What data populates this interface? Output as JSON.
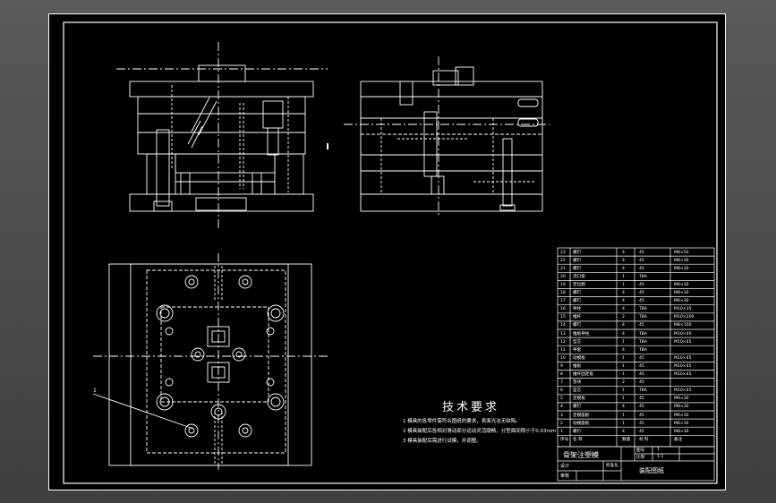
{
  "drawing": {
    "technical_requirements": {
      "title": "技术要求",
      "items": [
        "1  模具的各零件需符合图纸的要求，表面光洁无缺陷。",
        "2  模具装配后各相对滑动部分运动灵活顺畅，分型面间隙小于0.03mm",
        "3  模具装配后需进行试模，并调整。"
      ]
    },
    "bom": {
      "header": {
        "seq": "序号",
        "name": "名  称",
        "qty": "数量",
        "material": "材  料",
        "note": "备注"
      },
      "rows": [
        {
          "seq": "23",
          "name": "螺钉",
          "qty": "4",
          "material": "45",
          "note": "M8×50"
        },
        {
          "seq": "22",
          "name": "螺钉",
          "qty": "4",
          "material": "45",
          "note": "M8×30"
        },
        {
          "seq": "21",
          "name": "螺钉",
          "qty": "4",
          "material": "45",
          "note": "M8×30"
        },
        {
          "seq": "20",
          "name": "浇口套",
          "qty": "1",
          "material": "T8A",
          "note": ""
        },
        {
          "seq": "19",
          "name": "定位圈",
          "qty": "1",
          "material": "45",
          "note": "M6×30"
        },
        {
          "seq": "18",
          "name": "螺钉",
          "qty": "4",
          "material": "45",
          "note": "M8×30"
        },
        {
          "seq": "17",
          "name": "螺钉",
          "qty": "4",
          "material": "45",
          "note": "M6×30"
        },
        {
          "seq": "16",
          "name": "导柱",
          "qty": "4",
          "material": "T8A",
          "note": "M10×35"
        },
        {
          "seq": "15",
          "name": "推杆",
          "qty": "2",
          "material": "T8A",
          "note": "M10×200"
        },
        {
          "seq": "14",
          "name": "螺钉",
          "qty": "4",
          "material": "45",
          "note": "M8×100"
        },
        {
          "seq": "13",
          "name": "推板导柱",
          "qty": "4",
          "material": "T8A",
          "note": "M10×40"
        },
        {
          "seq": "12",
          "name": "型芯",
          "qty": "1",
          "material": "T8A",
          "note": "M10×45"
        },
        {
          "seq": "11",
          "name": "导套",
          "qty": "4",
          "material": "T8A",
          "note": ""
        },
        {
          "seq": "10",
          "name": "动模板",
          "qty": "1",
          "material": "45",
          "note": "M10×45"
        },
        {
          "seq": "9",
          "name": "推板",
          "qty": "1",
          "material": "45",
          "note": "M10×45"
        },
        {
          "seq": "8",
          "name": "推杆固定板",
          "qty": "1",
          "material": "45",
          "note": "M10×45"
        },
        {
          "seq": "7",
          "name": "垫块",
          "qty": "2",
          "material": "45",
          "note": ""
        },
        {
          "seq": "6",
          "name": "型芯",
          "qty": "1",
          "material": "T8A",
          "note": "M10×45"
        },
        {
          "seq": "5",
          "name": "定模板",
          "qty": "1",
          "material": "45",
          "note": "M6×30"
        },
        {
          "seq": "4",
          "name": "螺钉",
          "qty": "4",
          "material": "45",
          "note": "M8×30"
        },
        {
          "seq": "3",
          "name": "定模座板",
          "qty": "1",
          "material": "45",
          "note": "M6×30"
        },
        {
          "seq": "2",
          "name": "动模座板",
          "qty": "1",
          "material": "45",
          "note": "M6×30"
        },
        {
          "seq": "1",
          "name": "螺钉",
          "qty": "4",
          "material": "45",
          "note": "M8×30"
        }
      ]
    },
    "title_block": {
      "drawing_name": "骨架注塑模",
      "field_label_left": "设计",
      "field_label_mid": "标准化",
      "field_label_r1": "图号",
      "field_label_r2": "比例",
      "value_r1": "1",
      "value_r2": "1:1",
      "field_label_small": "审核",
      "school": "装配图纸"
    },
    "part_label": "1"
  }
}
